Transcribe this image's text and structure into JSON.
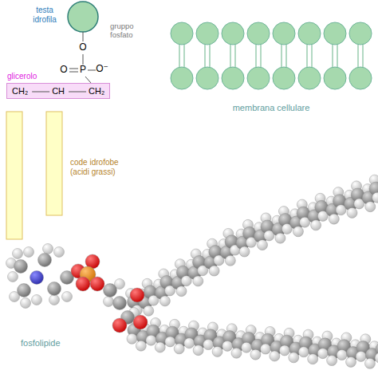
{
  "diagram": {
    "nodes": [
      {
        "text": [
          "glicerolo",
          "CH₂",
          "CH",
          "CH₂"
        ]
      }
    ],
    "labels": [
      "testa idrofila",
      "gruppo fosfato",
      "O",
      "O",
      "P",
      "O⁻",
      "code idrofobe (acidi grassi)",
      "membrana cellulare",
      "fosfolipide"
    ]
  }
}
